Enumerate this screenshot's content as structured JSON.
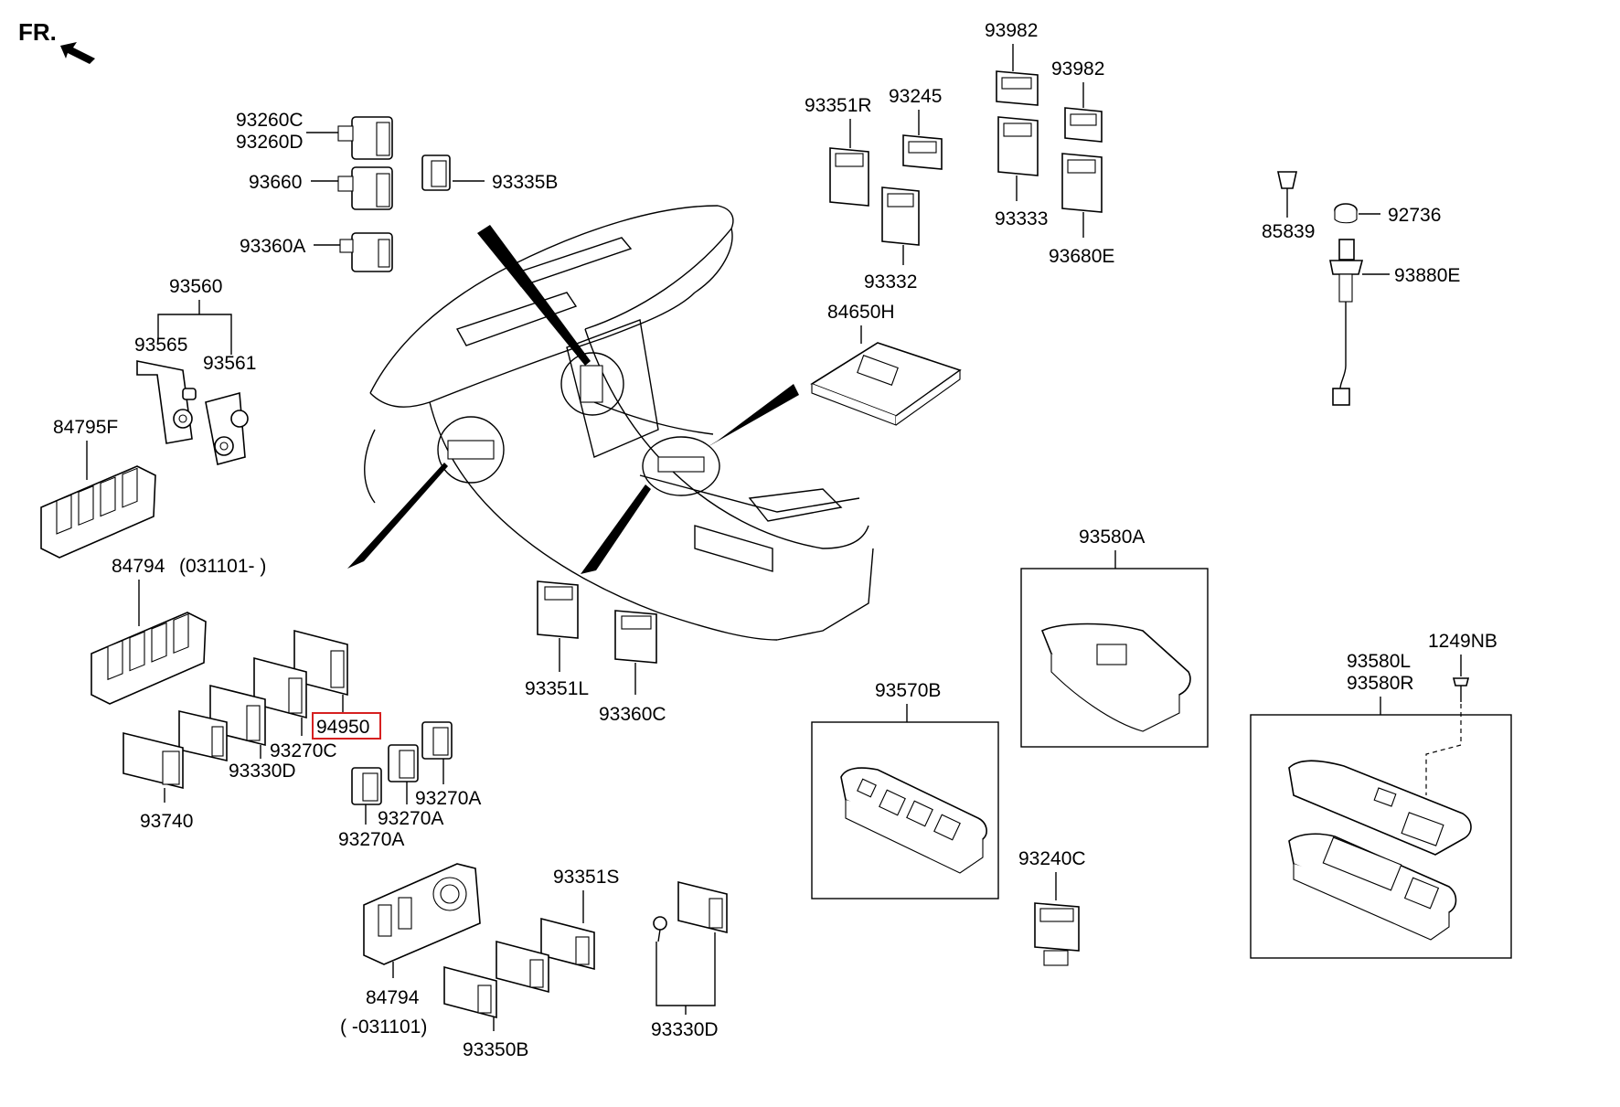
{
  "header": {
    "fr_label": "FR."
  },
  "labels": {
    "p93260C": "93260C",
    "p93260D": "93260D",
    "p93660": "93660",
    "p93335B": "93335B",
    "p93360A": "93360A",
    "p93560": "93560",
    "p93565": "93565",
    "p93561": "93561",
    "p84795F": "84795F",
    "p84794_top": "84794",
    "p84794_top_note": "(031101- )",
    "p94950": "94950",
    "p93270C": "93270C",
    "p93330D_left": "93330D",
    "p93740": "93740",
    "p93270A_a": "93270A",
    "p93270A_b": "93270A",
    "p93270A_c": "93270A",
    "p84794_bottom": "84794",
    "p84794_bottom_note": "( -031101)",
    "p93351S": "93351S",
    "p93350B": "93350B",
    "p93330D_bottom": "93330D",
    "p93351L": "93351L",
    "p93360C": "93360C",
    "p93351R": "93351R",
    "p93245": "93245",
    "p93332": "93332",
    "p93982_a": "93982",
    "p93982_b": "93982",
    "p93333": "93333",
    "p93680E": "93680E",
    "p84650H": "84650H",
    "p85839": "85839",
    "p92736": "92736",
    "p93880E": "93880E",
    "p93580A": "93580A",
    "p93570B": "93570B",
    "p93240C": "93240C",
    "p93580L": "93580L",
    "p93580R": "93580R",
    "p1249NB": "1249NB"
  },
  "highlight": {
    "part": "94950",
    "color": "#d62020"
  }
}
